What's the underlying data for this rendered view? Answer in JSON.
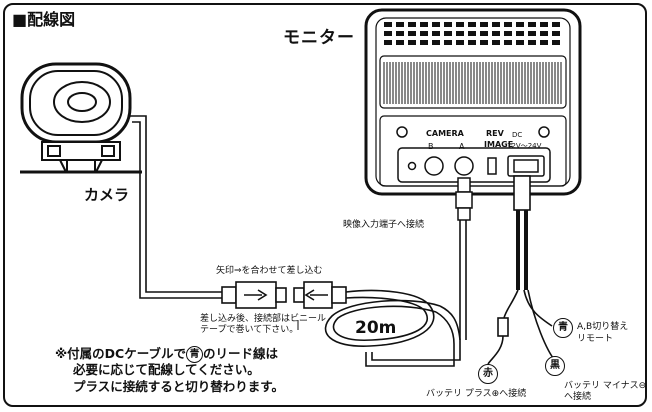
{
  "title": "■配線図",
  "monitor_label": "モニター",
  "camera_label": "カメラ",
  "video_input_label": "映像入力端子へ接続",
  "arrow_align_label": "矢印⇒を合わせて差し込む",
  "insert_note_1": "差し込み後、接続部はビニール",
  "insert_note_2": "テープで巻いて下さい。",
  "cable_length": "20m",
  "note": {
    "line1_before": "※付属のDCケーブルで",
    "line1_kanji": "青",
    "line1_after": "のリード線は",
    "line2": "必要に応じて配線してください。",
    "line3": "プラスに接続すると切り替わります。"
  },
  "ab_switch_1": "A,B切り替え",
  "ab_switch_2": "リモート",
  "battery_minus_1": "バッテリ マイナス⊖",
  "battery_minus_2": "へ接続",
  "battery_plus": "バッテリ プラス⊕へ接続",
  "panel": {
    "camera": "CAMERA",
    "jack_b": "B",
    "jack_a": "A",
    "rev": "REV",
    "image": "IMAGE",
    "dc": "DC",
    "voltage": "12V～24V"
  },
  "badges": {
    "blue": "青",
    "black": "黒",
    "red": "赤"
  }
}
